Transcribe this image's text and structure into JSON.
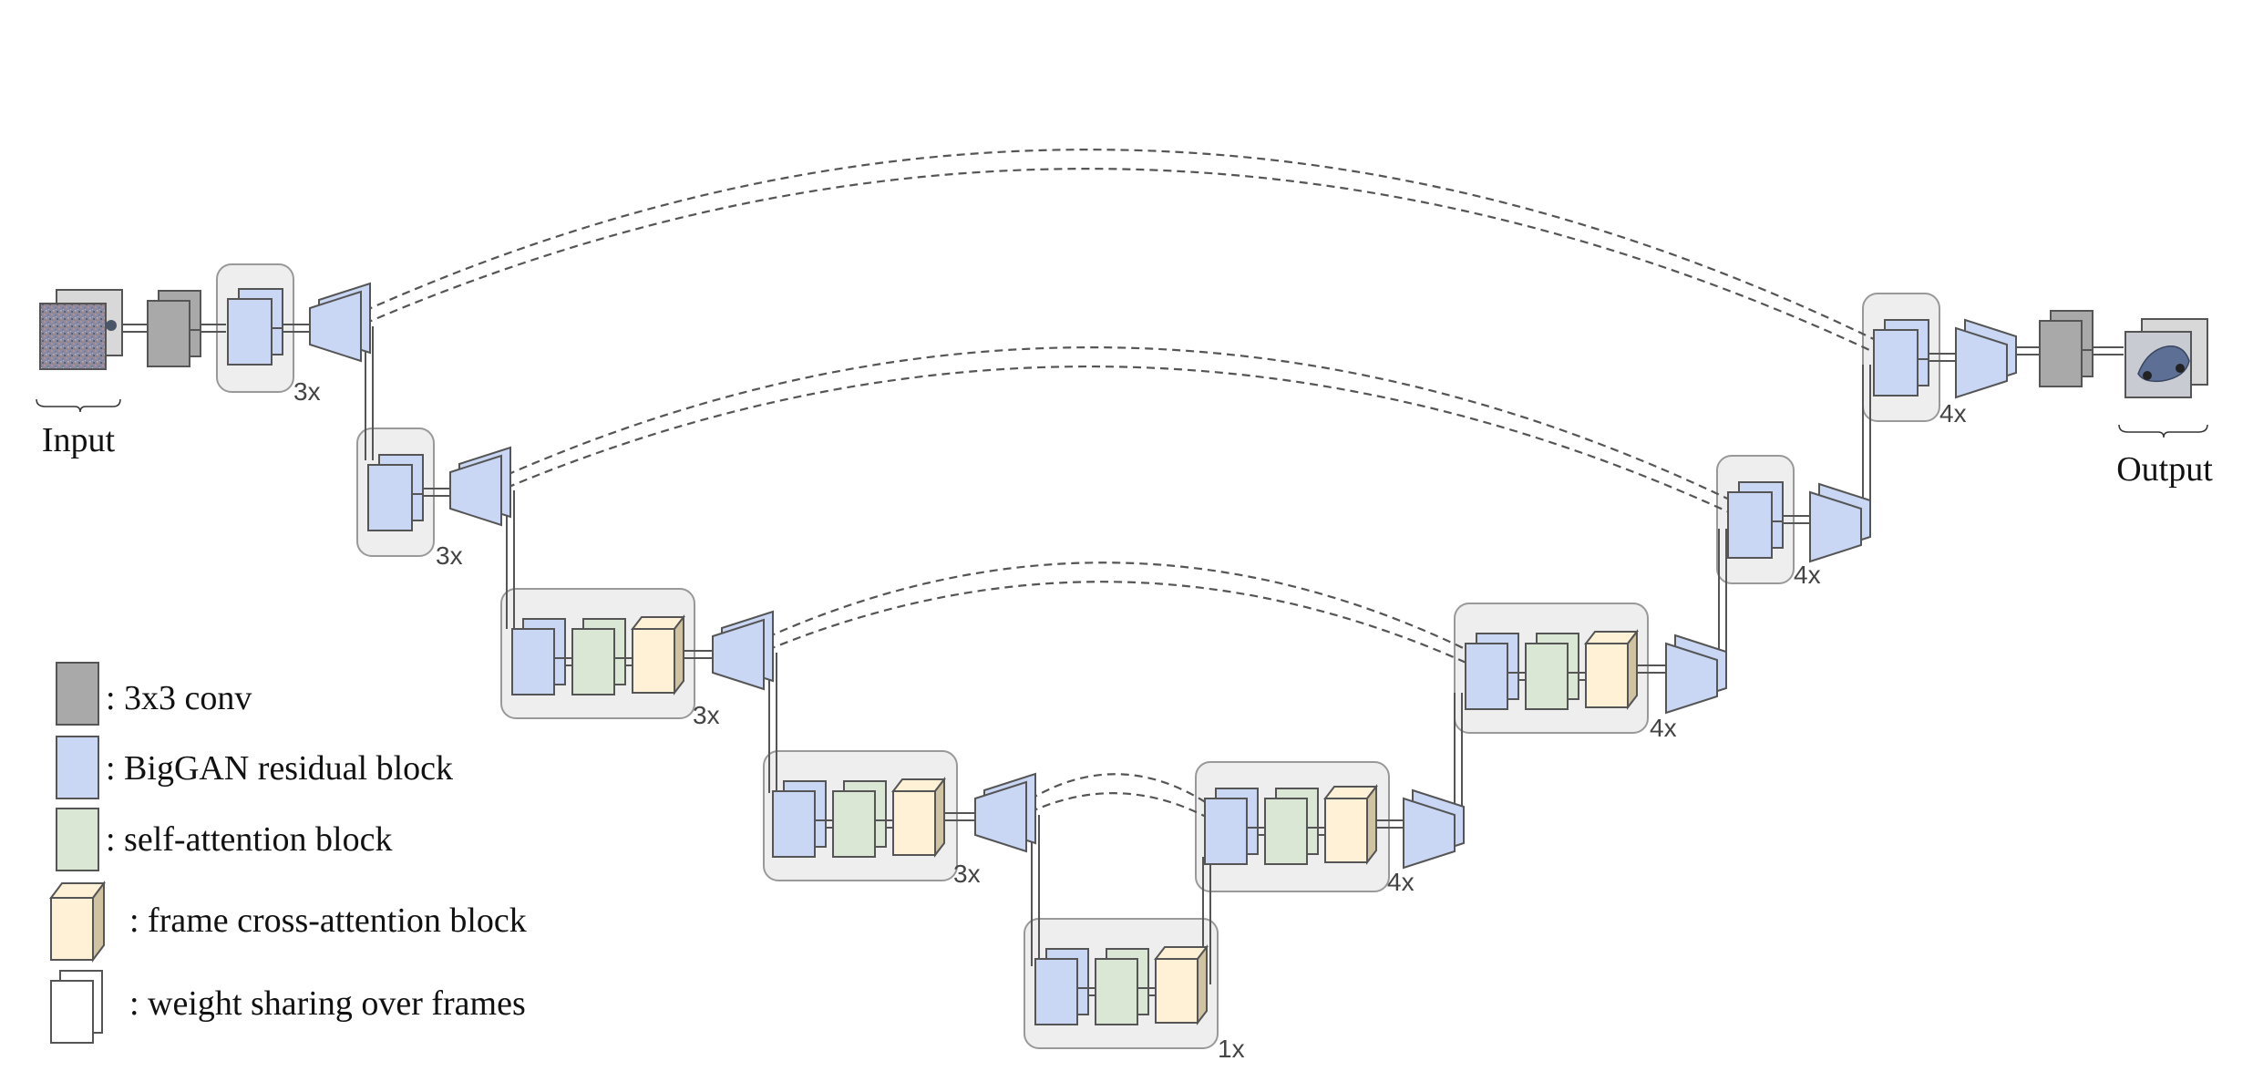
{
  "labels": {
    "input": "Input",
    "output": "Output"
  },
  "repeat_counts": [
    "3x",
    "3x",
    "3x",
    "3x",
    "1x",
    "4x",
    "4x",
    "4x",
    "4x"
  ],
  "legend": [
    {
      "key": "conv",
      "text": ": 3x3 conv"
    },
    {
      "key": "res",
      "text": ": BigGAN residual block"
    },
    {
      "key": "sa",
      "text": ": self-attention block"
    },
    {
      "key": "xattn",
      "text": ": frame cross-attention block"
    },
    {
      "key": "share",
      "text": ": weight sharing over frames"
    }
  ],
  "colors": {
    "conv": "#a9a9a9",
    "residual": "#c9d7f5",
    "self_attention": "#dbe7d5",
    "cross_attention_front": "#fff1d5",
    "cross_attention_side": "#cfc3a2",
    "stage_box_fill": "#eeeeee",
    "stage_box_stroke": "#999999",
    "outline": "#555555",
    "skip_line": "#555555"
  },
  "icons": [
    "noise-image",
    "car-image"
  ]
}
